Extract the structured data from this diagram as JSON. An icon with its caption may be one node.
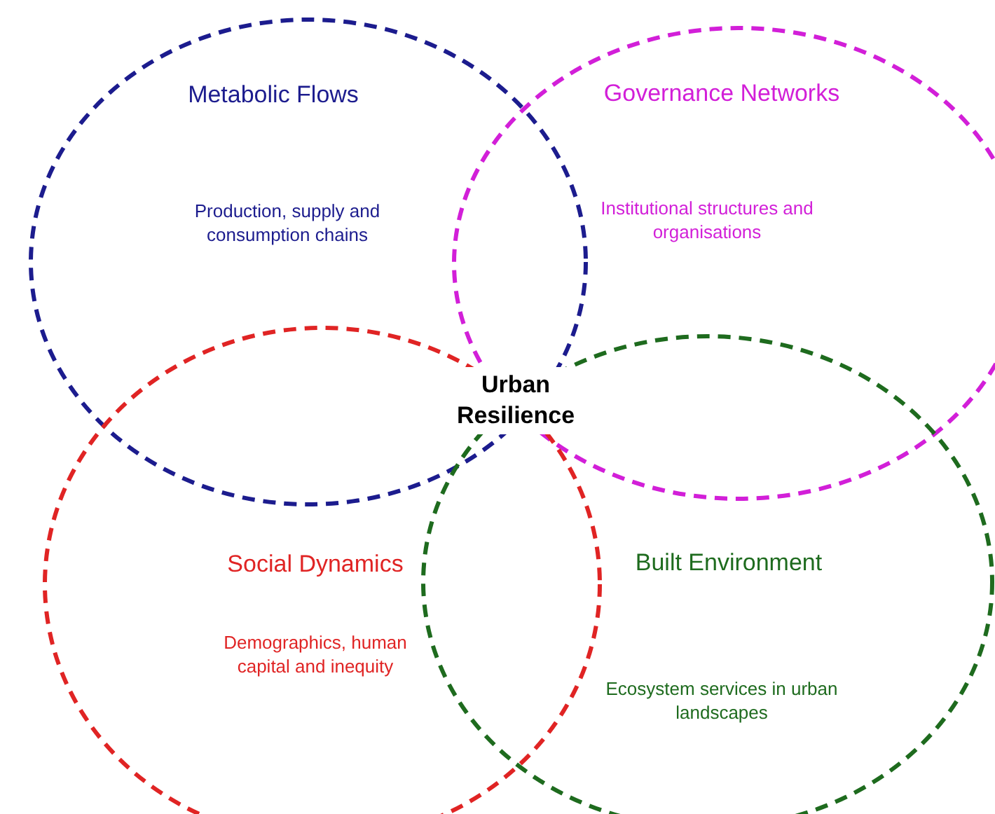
{
  "diagram": {
    "nodes": [
      {
        "text": [
          "Metabolic Flows",
          "Production, supply and consumption chains"
        ]
      },
      {
        "text": [
          "Governance Networks",
          "Institutional structures and organisations"
        ]
      },
      {
        "text": [
          "Social Dynamics",
          "Demographics, human capital and inequity"
        ]
      },
      {
        "text": [
          "Built Environment",
          "Ecosystem services in urban landscapes"
        ]
      }
    ],
    "edges": [],
    "labels": [
      "Urban Resilience"
    ]
  }
}
